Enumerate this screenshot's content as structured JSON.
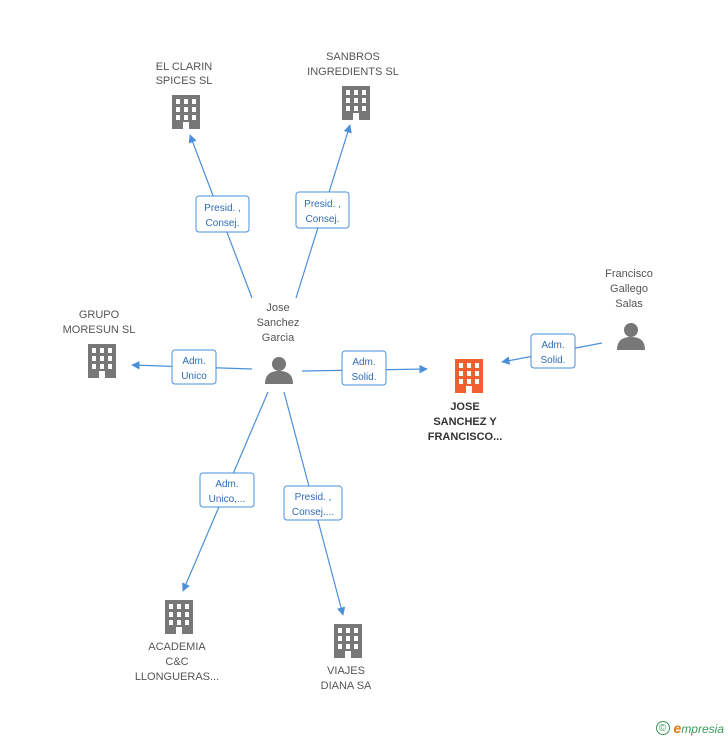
{
  "colors": {
    "accent_line": "#4a90d9",
    "edge_text": "#2f6db5",
    "building_gray": "#777777",
    "building_main": "#f06030",
    "person_gray": "#777777",
    "label_text": "#555555"
  },
  "nodes": {
    "clarin": {
      "lines": [
        "EL CLARIN",
        "SPICES SL"
      ],
      "icon": "building-icon"
    },
    "sanbros": {
      "lines": [
        "SANBROS",
        "INGREDIENTS SL"
      ],
      "icon": "building-icon"
    },
    "moresun": {
      "lines": [
        "GRUPO",
        "MORESUN SL"
      ],
      "icon": "building-icon"
    },
    "jose": {
      "lines": [
        "Jose",
        "Sanchez",
        "Garcia"
      ],
      "icon": "person-icon"
    },
    "main": {
      "lines": [
        "JOSE",
        "SANCHEZ Y",
        "FRANCISCO..."
      ],
      "icon": "building-icon"
    },
    "francisco": {
      "lines": [
        "Francisco",
        "Gallego",
        "Salas"
      ],
      "icon": "person-icon"
    },
    "academia": {
      "lines": [
        "ACADEMIA",
        "C&C",
        "LLONGUERAS..."
      ],
      "icon": "building-icon"
    },
    "viajes": {
      "lines": [
        "VIAJES",
        "DIANA SA"
      ],
      "icon": "building-icon"
    }
  },
  "edges": {
    "to_clarin": {
      "lines": [
        "Presid. ,",
        "Consej."
      ]
    },
    "to_sanbros": {
      "lines": [
        "Presid. ,",
        "Consej."
      ]
    },
    "to_moresun": {
      "lines": [
        "Adm.",
        "Unico"
      ]
    },
    "to_main_jose": {
      "lines": [
        "Adm.",
        "Solid."
      ]
    },
    "to_main_francisco": {
      "lines": [
        "Adm.",
        "Solid."
      ]
    },
    "to_academia": {
      "lines": [
        "Adm.",
        "Unico,..."
      ]
    },
    "to_viajes": {
      "lines": [
        "Presid. ,",
        "Consej...."
      ]
    }
  },
  "watermark": {
    "copyright_symbol": "©",
    "brand_first": "e",
    "brand_rest": "mpresia"
  }
}
